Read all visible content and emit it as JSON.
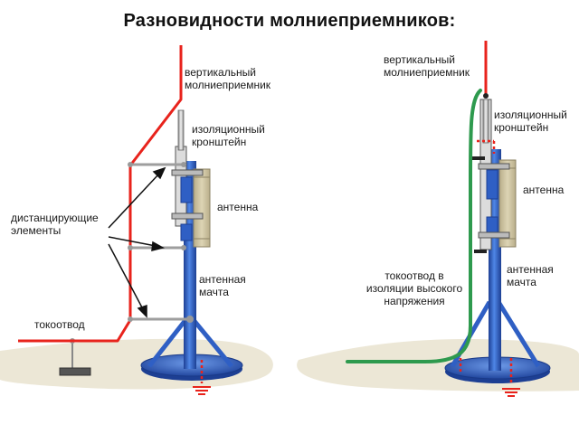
{
  "title": "Разновидности молниеприемников:",
  "left": {
    "vertical_rod": [
      "вертикальный",
      "молниеприемник"
    ],
    "bracket": [
      "изоляционный",
      "кронштейн"
    ],
    "antenna": "антенна",
    "spacers": [
      "дистанцирующие",
      "элементы"
    ],
    "mast": [
      "антенная",
      "мачта"
    ],
    "down_conductor": "токоотвод"
  },
  "right": {
    "vertical_rod": [
      "вертикальный",
      "молниеприемник"
    ],
    "bracket": [
      "изоляционный",
      "кронштейн"
    ],
    "antenna": "антенна",
    "hv_conductor": [
      "токоотвод в",
      "изоляции высокого",
      "напряжения"
    ],
    "mast": [
      "антенная",
      "мачта"
    ]
  },
  "colors": {
    "conductor_red": "#e8231c",
    "hv_green": "#2e9a4e",
    "mast_blue": "#2f5fc4",
    "ground": "#ece7d6",
    "antenna_panel": "#cfc5a2",
    "earth_symbol": "#e8231c"
  }
}
